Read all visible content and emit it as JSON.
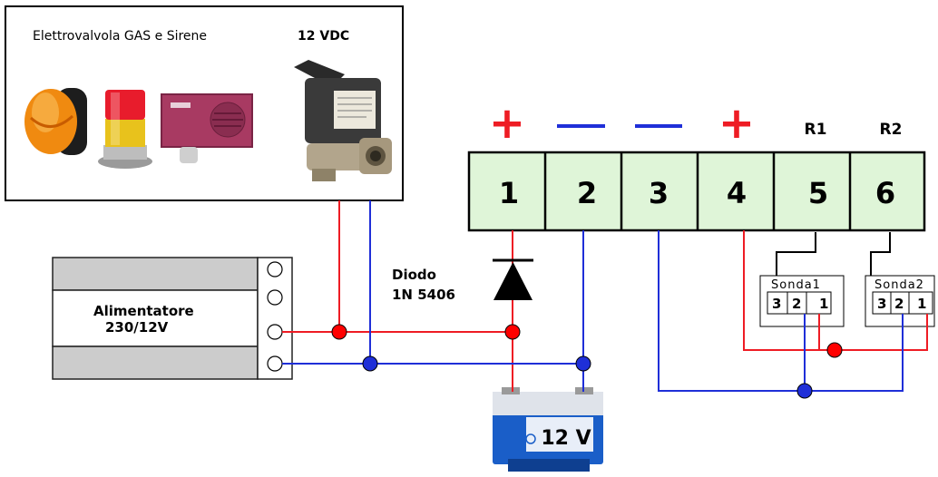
{
  "device_box": {
    "title": "Elettrovalvola GAS e Sirene",
    "voltage": "12 VDC",
    "items": [
      "strobe-light-icon",
      "tower-light-icon",
      "siren-icon",
      "gas-solenoid-valve-icon"
    ]
  },
  "polarity": {
    "t1": "+",
    "t2": "—",
    "t3": "—",
    "t4": "+",
    "r1": "R1",
    "r2": "R2"
  },
  "terminals": [
    "1",
    "2",
    "3",
    "4",
    "5",
    "6"
  ],
  "diode": {
    "label_line1": "Diodo",
    "label_line2": "1N  5406"
  },
  "power_supply": {
    "label_line1": "Alimentatore",
    "label_line2": "230/12V"
  },
  "battery": {
    "label": "12 V"
  },
  "sensors": [
    {
      "name": "Sonda1",
      "pins": [
        "3",
        "2",
        "1"
      ]
    },
    {
      "name": "Sonda2",
      "pins": [
        "3",
        "2",
        "1"
      ]
    }
  ],
  "colors": {
    "positive": "#ee1c24",
    "negative": "#1f2fd8",
    "terminal_fill": "#dff5d8",
    "node_red": "#ff0000",
    "node_blue": "#1f2fd8"
  }
}
